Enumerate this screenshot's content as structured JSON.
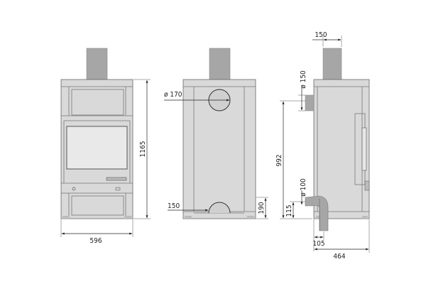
{
  "front_view": {
    "height_label": "1165",
    "width_label": "596"
  },
  "back_view": {
    "top_outlet_label": "ø 170",
    "bottom_outlet_label": "150",
    "bottom_height_label": "190"
  },
  "side_view": {
    "top_pipe_width_label": "150",
    "top_outlet_diameter_label": "ø 150",
    "outlet_height_label": "992",
    "bottom_outlet_diameter_label": "ø 100",
    "bottom_outlet_height_label": "115",
    "bottom_offset_label": "105",
    "depth_label": "464"
  },
  "colors": {
    "body": "#d9d9d9",
    "pipe": "#a6a6a6",
    "lines": "#222222"
  }
}
